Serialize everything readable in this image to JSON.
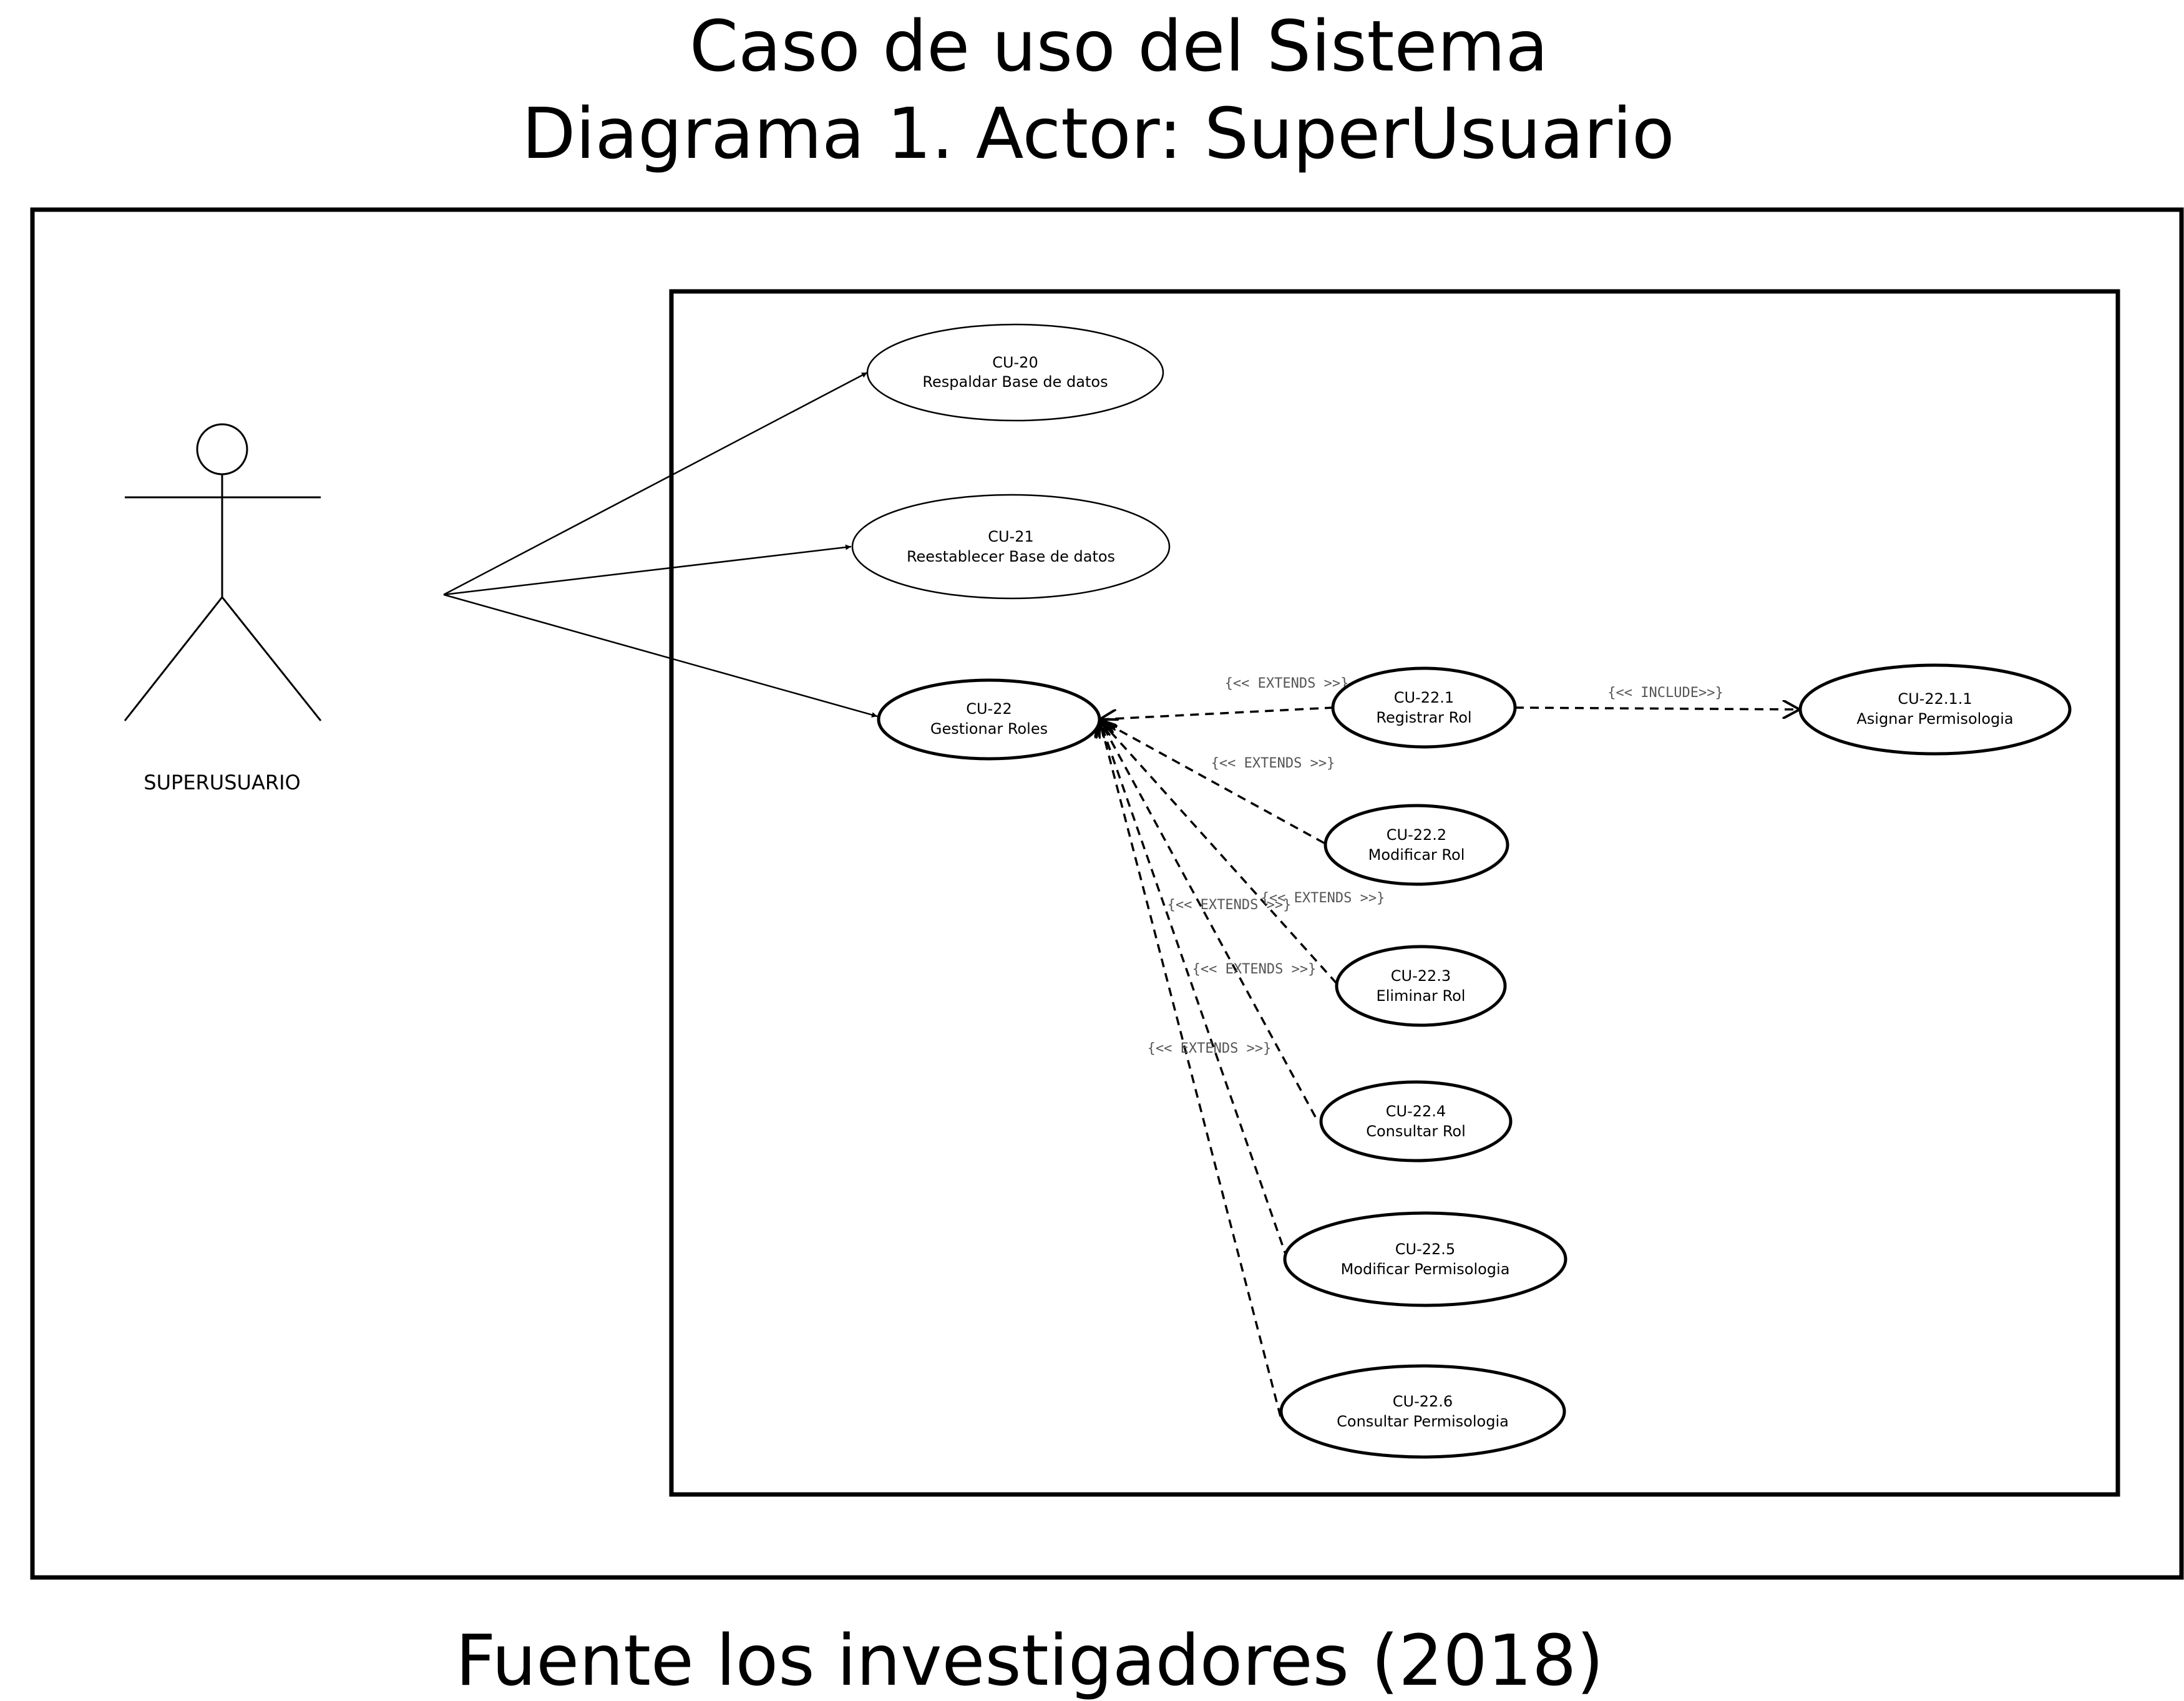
{
  "title": {
    "line1": "Caso de uso del Sistema",
    "line2": "Diagrama 1. Actor: SuperUsuario"
  },
  "actor": {
    "name": "SUPERUSUARIO"
  },
  "use_cases": [
    {
      "id": "CU-20",
      "label": "Respaldar Base de datos"
    },
    {
      "id": "CU-21",
      "label": "Reestablecer Base de datos"
    },
    {
      "id": "CU-22",
      "label": "Gestionar Roles"
    },
    {
      "id": "CU-22.1",
      "label": "Registrar Rol"
    },
    {
      "id": "CU-22.1.1",
      "label": "Asignar Permisologia"
    },
    {
      "id": "CU-22.2",
      "label": "Modificar Rol"
    },
    {
      "id": "CU-22.3",
      "label": "Eliminar Rol"
    },
    {
      "id": "CU-22.4",
      "label": "Consultar Rol"
    },
    {
      "id": "CU-22.5",
      "label": "Modificar Permisologia"
    },
    {
      "id": "CU-22.6",
      "label": "Consultar Permisologia"
    }
  ],
  "relations": [
    {
      "from": "actor",
      "to": "CU-20",
      "type": "association",
      "label": ""
    },
    {
      "from": "actor",
      "to": "CU-21",
      "type": "association",
      "label": ""
    },
    {
      "from": "actor",
      "to": "CU-22",
      "type": "association",
      "label": ""
    },
    {
      "from": "CU-22.1",
      "to": "CU-22",
      "type": "extend",
      "label": "{<< EXTENDS >>}"
    },
    {
      "from": "CU-22.1",
      "to": "CU-22.1.1",
      "type": "include",
      "label": "{<< INCLUDE>>}"
    },
    {
      "from": "CU-22.2",
      "to": "CU-22",
      "type": "extend",
      "label": "{<< EXTENDS >>}"
    },
    {
      "from": "CU-22.3",
      "to": "CU-22",
      "type": "extend",
      "label": "{<< EXTENDS >>}"
    },
    {
      "from": "CU-22.4",
      "to": "CU-22",
      "type": "extend",
      "label": "{<< EXTENDS >>}"
    },
    {
      "from": "CU-22.5",
      "to": "CU-22",
      "type": "extend",
      "label": "{<< EXTENDS >>}"
    },
    {
      "from": "CU-22.6",
      "to": "CU-22",
      "type": "extend",
      "label": "{<< EXTENDS >>}"
    }
  ],
  "footer": "Fuente los investigadores (2018)"
}
